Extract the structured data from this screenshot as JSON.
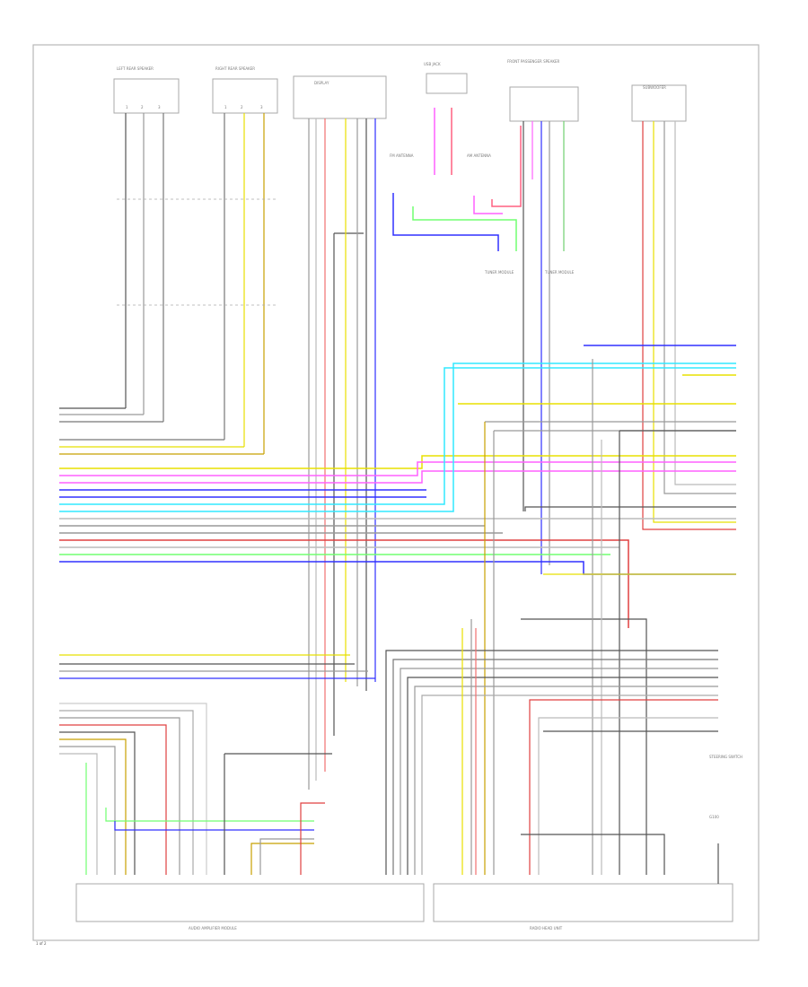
{
  "diagram": {
    "corner_text": "1 of 2",
    "components": {
      "left_rear_speaker": "LEFT REAR SPEAKER",
      "right_rear_speaker": "RIGHT REAR SPEAKER",
      "usb_jack": "USB JACK",
      "subwoofer": "SUBWOOFER",
      "front_passenger_speaker": "FRONT PASSENGER SPEAKER",
      "display_module": "DISPLAY",
      "fm_antenna": "FM ANTENNA",
      "am_antenna": "AM ANTENNA",
      "tuner_module": "TUNER MODULE",
      "audio_amp_module": "AUDIO AMPLIFIER MODULE",
      "radio_head_unit": "RADIO HEAD UNIT",
      "steering_switch": "STEERING SWITCH",
      "ground": "G100"
    }
  }
}
